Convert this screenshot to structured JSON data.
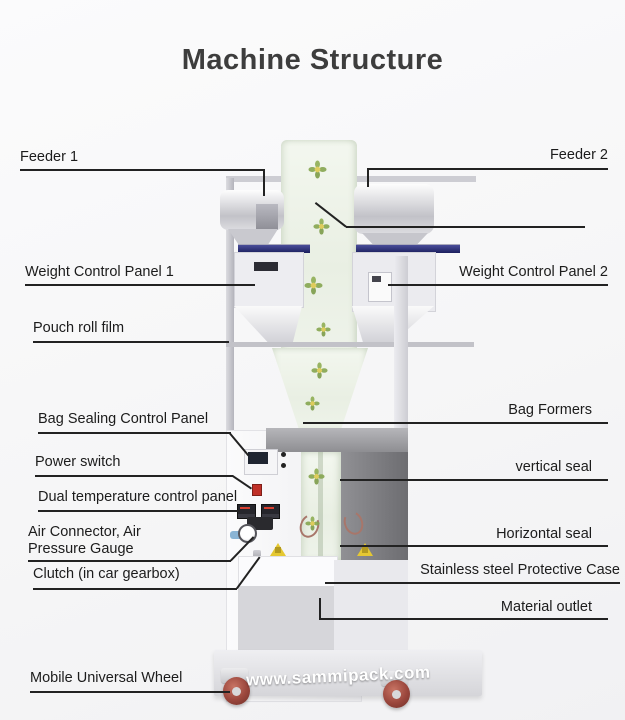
{
  "title": "Machine Structure",
  "labels": {
    "left": [
      {
        "id": "feeder-1",
        "text": "Feeder 1"
      },
      {
        "id": "weight-control-panel-1",
        "text": "Weight Control Panel 1"
      },
      {
        "id": "pouch-roll-film",
        "text": "Pouch roll film"
      },
      {
        "id": "bag-sealing-control-panel",
        "text": "Bag Sealing Control Panel"
      },
      {
        "id": "power-switch",
        "text": "Power switch"
      },
      {
        "id": "dual-temperature-control-panel",
        "text": "Dual temperature control panel"
      },
      {
        "id": "air-connector-pressure-gauge",
        "text": "Air Connector, Air",
        "text2": "Pressure Gauge"
      },
      {
        "id": "clutch",
        "text": "Clutch (in car gearbox)"
      },
      {
        "id": "mobile-universal-wheel",
        "text": "Mobile Universal Wheel"
      }
    ],
    "right": [
      {
        "id": "feeder-2",
        "text": "Feeder 2"
      },
      {
        "id": "weight-control-panel-2",
        "text": "Weight Control Panel 2"
      },
      {
        "id": "bag-formers",
        "text": "Bag Formers"
      },
      {
        "id": "vertical-seal",
        "text": "vertical seal"
      },
      {
        "id": "horizontal-seal",
        "text": "Horizontal seal"
      },
      {
        "id": "stainless-steel-protective-case",
        "text": "Stainless steel Protective Case"
      },
      {
        "id": "material-outlet",
        "text": "Material outlet"
      }
    ]
  },
  "footer": {
    "website": "www.sammipack.com"
  },
  "icons": [
    "flower-icon",
    "warning-triangle-icon",
    "pressure-gauge-icon",
    "caster-wheel-icon"
  ],
  "colors": {
    "background": "#f8f8f9",
    "label_text": "#1c1c1c",
    "leader_line": "#222222",
    "title_text": "#3d3d3d",
    "machine_body": "#ececf0",
    "navy_bar": "#23266e",
    "film_print_green": "#86a650",
    "film_print_yellow": "#ddc94f",
    "protective_case_gray": "#7a7a7e",
    "wheel_red": "#9a463c",
    "warning_yellow": "#e5c832",
    "power_switch_red": "#c03028",
    "website_text": "#ffffff"
  }
}
